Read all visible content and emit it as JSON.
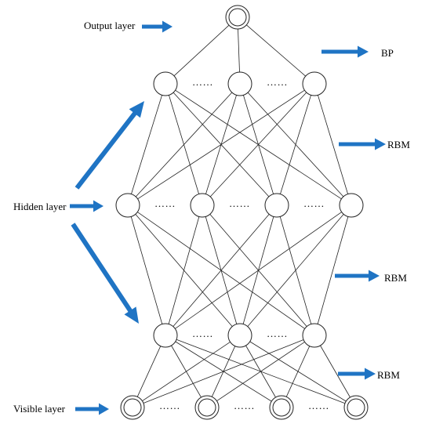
{
  "labels": {
    "output_layer": "Output layer",
    "hidden_layer": "Hidden layer",
    "visible_layer": "Visible layer",
    "bp": "BP",
    "rbm_top": "RBM",
    "rbm_middle": "RBM",
    "rbm_bottom": "RBM"
  },
  "ellipsis": "……",
  "colors": {
    "arrow": "#1f74c4",
    "line": "#222222"
  }
}
